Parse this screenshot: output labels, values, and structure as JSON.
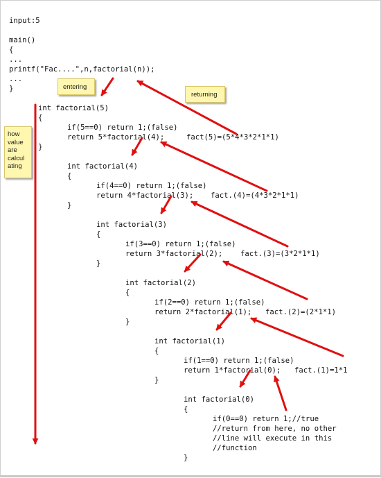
{
  "code": {
    "input_line": "input:5",
    "main": [
      "main()",
      "{",
      "...",
      "printf(\"Fac....\",n,factorial(n));",
      "...",
      "}"
    ],
    "frames": [
      {
        "header": "int factorial(5)",
        "open": "{",
        "cond": "if(5==0) return 1;(false)",
        "ret": "return 5*factorial(4);",
        "fact": "fact(5)=(5*4*3*2*1*1)",
        "close": "}"
      },
      {
        "header": "int factorial(4)",
        "open": "{",
        "cond": "if(4==0) return 1;(false)",
        "ret": "return 4*factorial(3);",
        "fact": "fact.(4)=(4*3*2*1*1)",
        "close": "}"
      },
      {
        "header": "int factorial(3)",
        "open": "{",
        "cond": "if(3==0) return 1;(false)",
        "ret": "return 3*factorial(2);",
        "fact": "fact.(3)=(3*2*1*1)",
        "close": "}"
      },
      {
        "header": "int factorial(2)",
        "open": "{",
        "cond": "if(2==0) return 1;(false)",
        "ret": "return 2*factorial(1);",
        "fact": "fact.(2)=(2*1*1)",
        "close": "}"
      },
      {
        "header": "int factorial(1)",
        "open": "{",
        "cond": "if(1==0) return 1;(false)",
        "ret": "return 1*factorial(0);",
        "fact": "fact.(1)=1*1",
        "close": "}"
      },
      {
        "header": "int factorial(0)",
        "open": "{",
        "cond": "if(0==0) return 1;//true",
        "comments": [
          "//return from here, no other",
          "//line will execute in this",
          "//function"
        ],
        "close": "}"
      }
    ]
  },
  "notes": {
    "entering": "entering",
    "returning": "returning",
    "calc": [
      "how",
      "value",
      "are",
      "calcul",
      "ating"
    ]
  },
  "colors": {
    "arrow": "#e01010",
    "note_fill": "#fff7b0",
    "note_border": "#d8c66a"
  }
}
